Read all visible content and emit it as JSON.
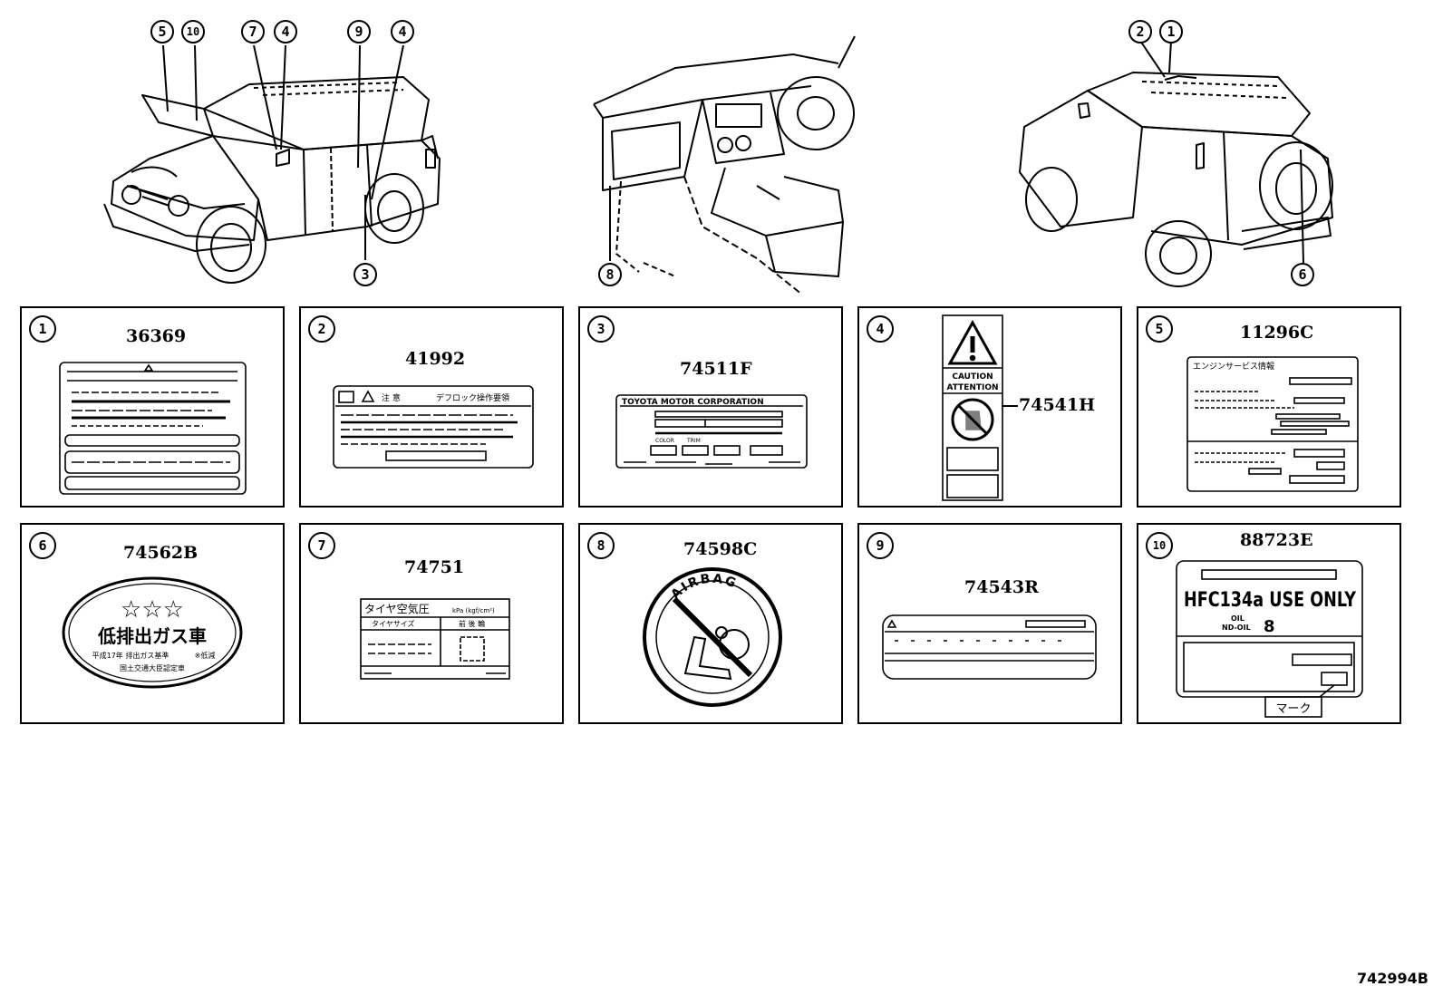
{
  "callouts": {
    "car_left": [
      "5",
      "10",
      "7",
      "4",
      "9",
      "4",
      "3"
    ],
    "dash": [
      "8"
    ],
    "car_right": [
      "2",
      "1",
      "6"
    ]
  },
  "cells": [
    {
      "num": "1",
      "part": "36369"
    },
    {
      "num": "2",
      "part": "41992"
    },
    {
      "num": "3",
      "part": "74511F"
    },
    {
      "num": "4",
      "part": "74541H"
    },
    {
      "num": "5",
      "part": "11296C"
    },
    {
      "num": "6",
      "part": "74562B"
    },
    {
      "num": "7",
      "part": "74751"
    },
    {
      "num": "8",
      "part": "74598C"
    },
    {
      "num": "9",
      "part": "74543R"
    },
    {
      "num": "10",
      "part": "88723E"
    }
  ],
  "labels": {
    "l2_caution": "注 意",
    "l2_defrost": "デフロック操作要領",
    "l3_corp": "TOYOTA MOTOR CORPORATION",
    "l3_color": "COLOR",
    "l3_trim": "TRIM",
    "l4_caution": "CAUTION",
    "l4_attention": "ATTENTION",
    "l5_title": "エンジンサービス情報",
    "l6_stars": "☆☆☆",
    "l6_main": "低排出ガス車",
    "l6_sub1": "平成17年 排出ガス基準",
    "l6_sub2": "※低減",
    "l6_sub3": "国土交通大臣認定車",
    "l7_title": "タイヤ空気圧",
    "l7_unit": "kPa (kgf/cm²)",
    "l7_size": "タイヤサイズ",
    "l7_fr": "前 後 輪",
    "l8_airbag": "AIRBAG",
    "l10_main": "HFC134a USE ONLY",
    "l10_oil1": "OIL",
    "l10_oil2": "ND-OIL",
    "l10_oilnum": "8",
    "l10_mark": "マーク"
  },
  "doc_number": "742994B"
}
